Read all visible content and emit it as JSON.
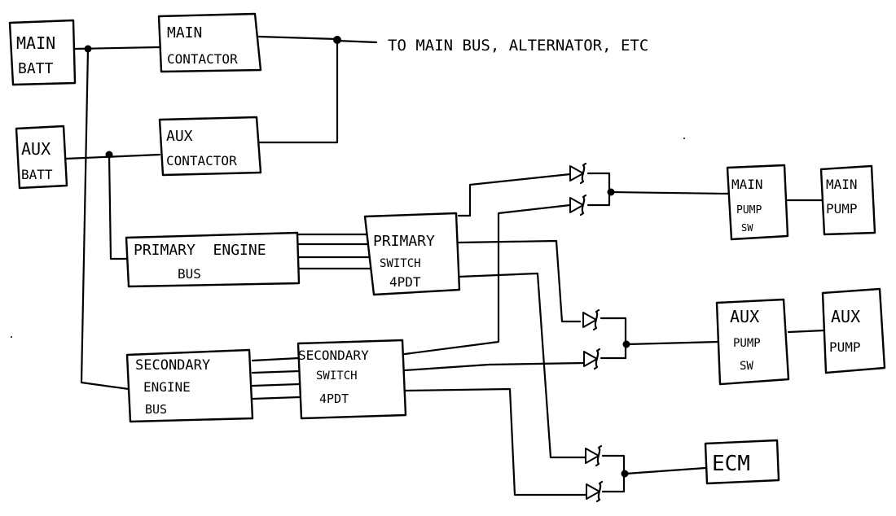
{
  "components": {
    "main_batt": [
      "MAIN",
      "BATT"
    ],
    "aux_batt": [
      "AUX",
      "BATT"
    ],
    "main_contactor": [
      "MAIN",
      "CONTACTOR"
    ],
    "aux_contactor": [
      "AUX",
      "CONTACTOR"
    ],
    "primary_engine_bus": [
      "PRIMARY  ENGINE",
      "BUS"
    ],
    "secondary_engine_bus": [
      "SECONDARY",
      "ENGINE",
      "BUS"
    ],
    "primary_switch": [
      "PRIMARY",
      "SWITCH",
      "4PDT"
    ],
    "secondary_switch": [
      "SECONDARY",
      "SWITCH",
      "4PDT"
    ],
    "main_pump_sw": [
      "MAIN",
      "PUMP",
      "SW"
    ],
    "main_pump": [
      "MAIN",
      "PUMP"
    ],
    "aux_pump_sw": [
      "AUX",
      "PUMP",
      "SW"
    ],
    "aux_pump": [
      "AUX",
      "PUMP"
    ],
    "ecm": [
      "ECM"
    ]
  },
  "annotations": {
    "to_main_bus": "TO MAIN BUS, ALTERNATOR, ETC"
  }
}
